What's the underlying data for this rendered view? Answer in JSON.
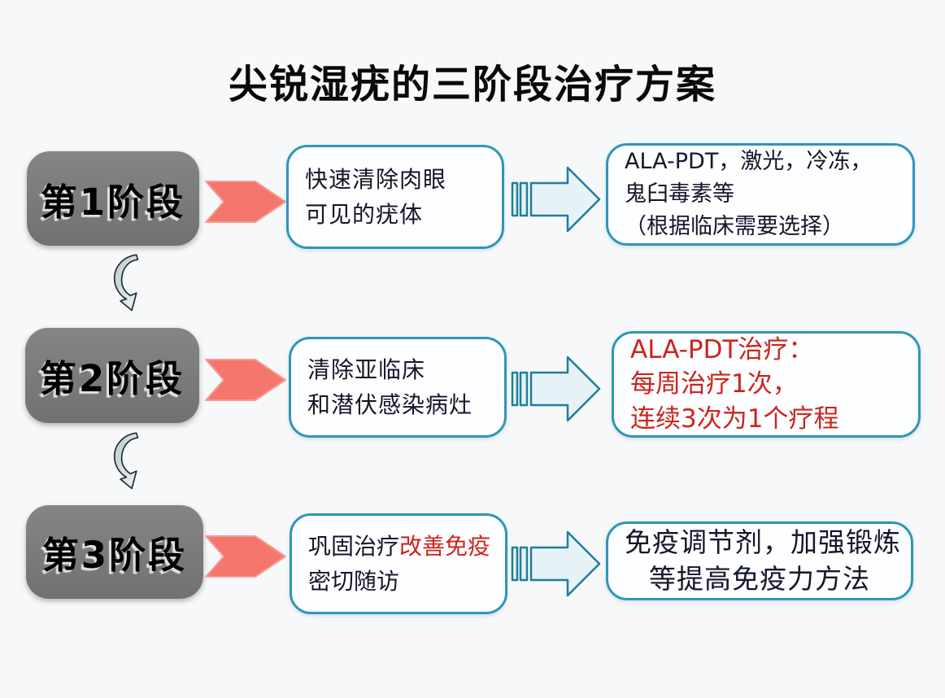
{
  "title": "尖锐湿疣的三阶段治疗方案",
  "colors": {
    "background": "#f7f8fa",
    "stage_box_top": "#858587",
    "stage_box_bottom": "#717173",
    "stage_text": "#000000",
    "box_border": "#2e96b8",
    "box_fill": "#fdfeff",
    "text_dark": "#15152c",
    "text_red": "#cc241e",
    "pink_arrow": "#f5766c",
    "pink_arrow_edge": "#f59e96",
    "blue_arrow_fill": "#e7f2f7",
    "blue_arrow_stroke": "#1e7e9a",
    "curve_light": "#e9f5f8",
    "curve_dark": "#b7cbd0",
    "curve_stroke": "#262626"
  },
  "icons": {
    "stage_arrow": "chevron-right-arrow",
    "transfer_arrow": "striped-right-arrow",
    "next_stage_arrow": "curved-down-arrow"
  },
  "stages": [
    {
      "label": "第1阶段",
      "middle": {
        "line1": "快速清除肉眼",
        "line2": "可见的疣体"
      },
      "right": {
        "line1": "ALA-PDT，激光，冷冻，",
        "line2": "鬼臼毒素等",
        "line3": "（根据临床需要选择）"
      }
    },
    {
      "label": "第2阶段",
      "middle": {
        "line1": "清除亚临床",
        "line2": "和潜伏感染病灶"
      },
      "right": {
        "line1": "ALA-PDT治疗：",
        "line2": "每周治疗1次，",
        "line3": "连续3次为1个疗程"
      }
    },
    {
      "label": "第3阶段",
      "middle": {
        "line1_dark": "巩固治疗",
        "line1_red": "改善免疫",
        "line2": "密切随访"
      },
      "right": {
        "line1": "免疫调节剂，加强锻炼",
        "line2": "等提高免疫力方法"
      }
    }
  ]
}
